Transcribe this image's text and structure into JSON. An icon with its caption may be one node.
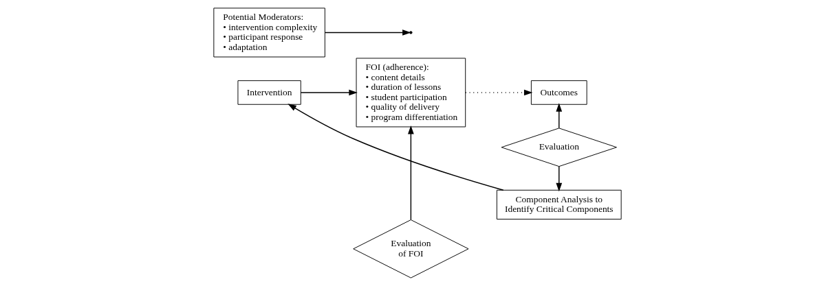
{
  "diagram": {
    "nodes": [
      {
        "text": [
          "Intervention"
        ]
      },
      {
        "text": [
          "Potential Moderators:",
          "• intervention complexity",
          "• participant response",
          "• adaptation"
        ]
      },
      {
        "text": [
          "FOI (adherence):",
          "• content details",
          "• duration of lessons",
          "• student participation",
          "• quality of delivery",
          "• program differentiation"
        ]
      },
      {
        "text": [
          "Outcomes"
        ]
      },
      {
        "text": [
          "Evaluation of FOI"
        ]
      },
      {
        "text": [
          "Evaluation"
        ]
      },
      {
        "text": [
          "Component Analysis to Identify Critical Components"
        ]
      }
    ],
    "edges": [
      {
        "from": 0,
        "to": 2,
        "arrow": "to"
      },
      {
        "from": 1,
        "to": null,
        "arrow": "to"
      },
      {
        "from": 2,
        "to": 3,
        "arrow": "to",
        "style": "dashed"
      },
      {
        "from": 4,
        "to": 2,
        "arrow": "to"
      },
      {
        "from": 5,
        "to": 3,
        "arrow": "to"
      },
      {
        "from": 5,
        "to": 6,
        "arrow": "to"
      },
      {
        "from": 6,
        "to": 0,
        "arrow": "to"
      }
    ]
  }
}
